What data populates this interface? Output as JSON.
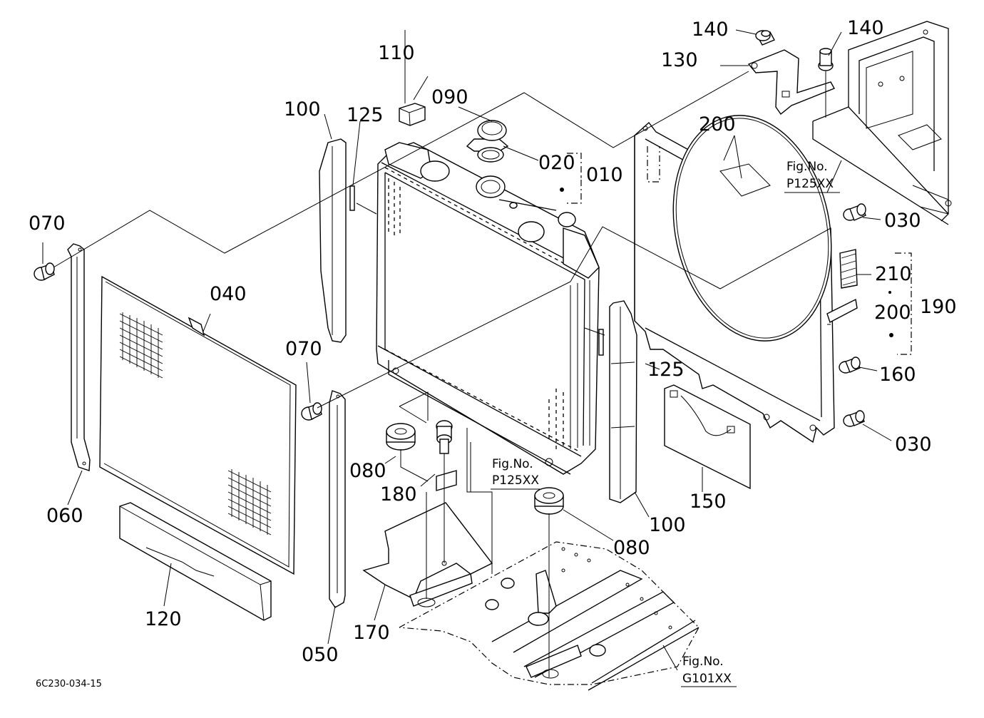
{
  "parts": {
    "p010": "010",
    "p020": "020",
    "p030a": "030",
    "p030b": "030",
    "p040": "040",
    "p050": "050",
    "p060": "060",
    "p070a": "070",
    "p070b": "070",
    "p080a": "080",
    "p080b": "080",
    "p090": "090",
    "p100a": "100",
    "p100b": "100",
    "p110": "110",
    "p120": "120",
    "p125a": "125",
    "p125b": "125",
    "p130": "130",
    "p140a": "140",
    "p140b": "140",
    "p150": "150",
    "p160": "160",
    "p170": "170",
    "p180": "180",
    "p190": "190",
    "p200a": "200",
    "p200b": "200",
    "p210": "210"
  },
  "refs": {
    "fig_label": "Fig.No.",
    "ref_top_right": "P125XX",
    "ref_middle": "P125XX",
    "ref_bottom": "G101XX"
  },
  "drawing_code": "6C230-034-15"
}
